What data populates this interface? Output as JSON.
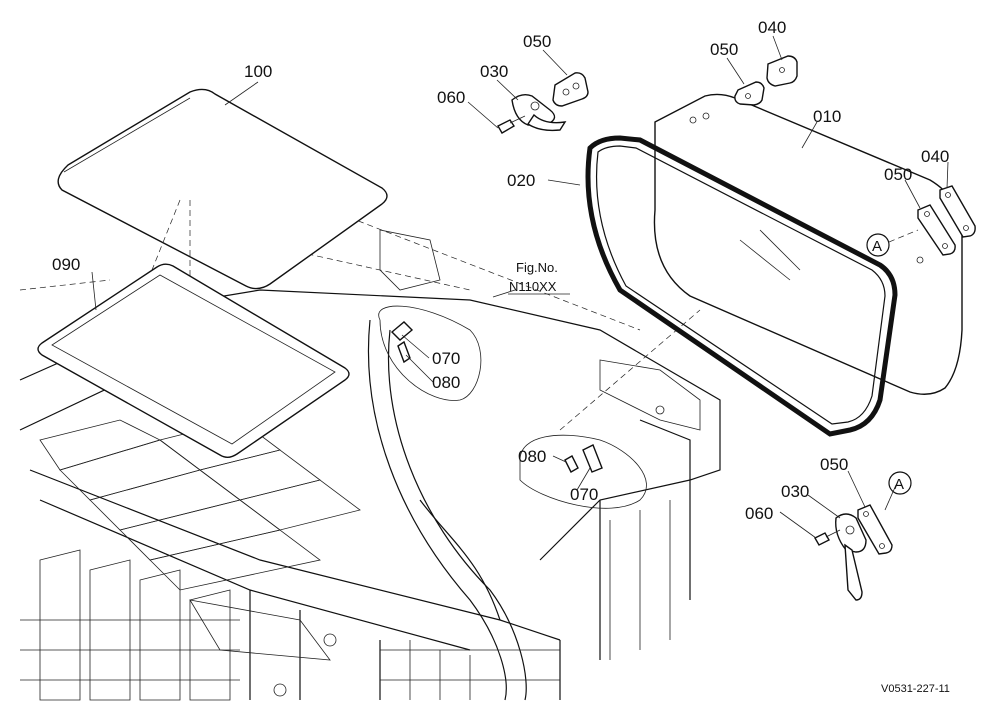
{
  "callouts": {
    "p100": "100",
    "p090": "090",
    "p050_top": "050",
    "p040_top": "040",
    "p050_topright": "050",
    "p030_top": "030",
    "p060_top": "060",
    "p010": "010",
    "p020": "020",
    "p050_side": "050",
    "p040_side": "040",
    "p070_left": "070",
    "p080_left": "080",
    "p080_right": "080",
    "p070_right": "070",
    "p050_bottom": "050",
    "p030_bottom": "030",
    "p060_bottom": "060"
  },
  "markers": {
    "a1": "A",
    "a2": "A"
  },
  "figref": {
    "line1": "Fig.No.",
    "line2": "N110XX"
  },
  "drawing_code": "V0531-227-11"
}
